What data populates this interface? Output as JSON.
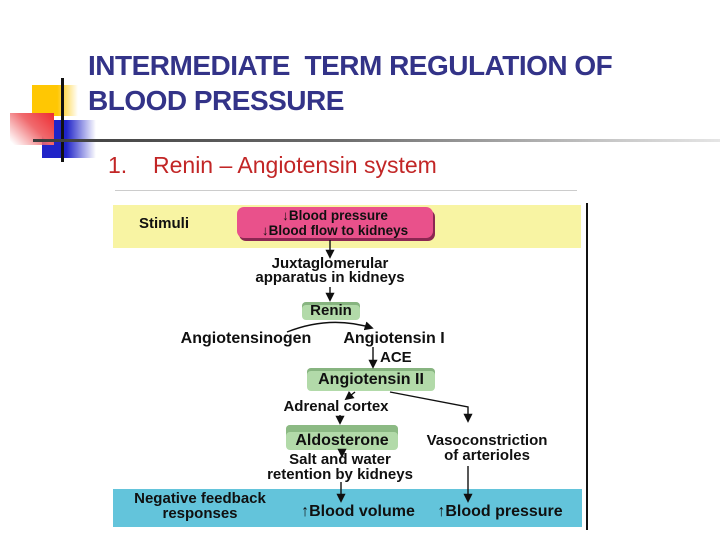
{
  "slide": {
    "title_line1": "INTERMEDIATE  TERM REGULATION OF",
    "title_line2": "BLOOD PRESSURE",
    "list_number": "1.",
    "list_item": "Renin – Angiotensin system"
  },
  "diagram": {
    "stimuli_label": "Stimuli",
    "stimulus_box": {
      "line1": "↓Blood pressure",
      "line2": "↓Blood flow to kidneys"
    },
    "juxtaglomerular": {
      "line1": "Juxtaglomerular",
      "line2": "apparatus in kidneys"
    },
    "renin_label": "Renin",
    "angiotensinogen_label": "Angiotensinogen",
    "angiotensin1_label": "Angiotensin I",
    "ace_label": "ACE",
    "angiotensin2_label": "Angiotensin II",
    "adrenal_cortex_label": "Adrenal cortex",
    "aldosterone_label": "Aldosterone",
    "vasoconstriction": {
      "line1": "Vasoconstriction",
      "line2": "of arterioles"
    },
    "salt_water": {
      "line1": "Salt and water",
      "line2": "retention by kidneys"
    },
    "negative_feedback": {
      "line1": "Negative feedback",
      "line2": "responses"
    },
    "blood_volume_label": "↑Blood volume",
    "blood_pressure_label": "↑Blood pressure"
  },
  "colors": {
    "title_text": "#333388",
    "subtitle_text": "#C22626",
    "stimuli_band": "#F8F4A3",
    "feedback_band": "#63C4DB",
    "stimulus_box_fill": "#E9518B",
    "stimulus_box_shadow": "#8B2752",
    "process_box_fill": "#B2DAA9",
    "deco_yellow": "#FFC703",
    "deco_red": "#EE2B30",
    "deco_blue": "#2024C8"
  }
}
